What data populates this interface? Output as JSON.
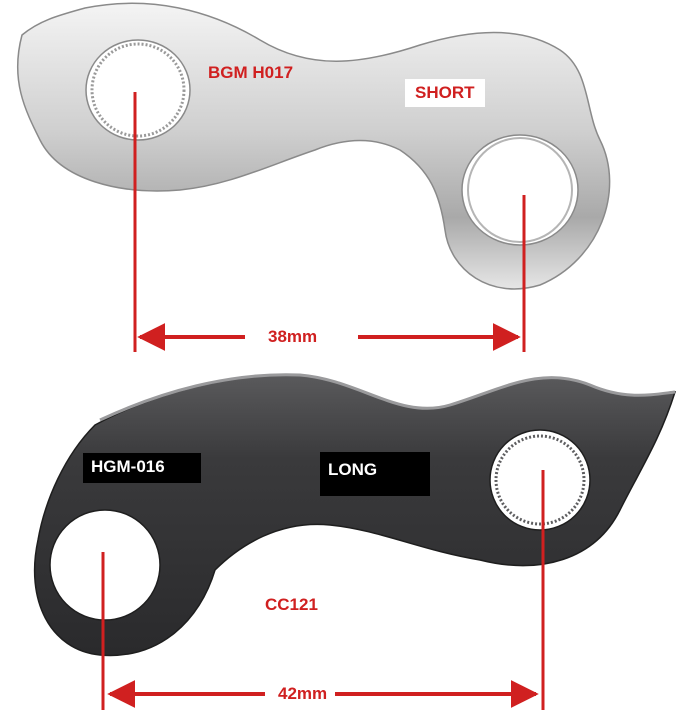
{
  "top_hanger": {
    "model_label": "BGM H017",
    "size_label": "SHORT",
    "distance_label": "38mm",
    "finish_color": "#c9c9c9"
  },
  "bottom_hanger": {
    "model_label": "HGM-016",
    "size_label": "LONG",
    "code_label": "CC121",
    "distance_label": "42mm",
    "finish_color": "#3a3a3c"
  },
  "colors": {
    "annotation": "#d02020",
    "background": "#ffffff"
  }
}
